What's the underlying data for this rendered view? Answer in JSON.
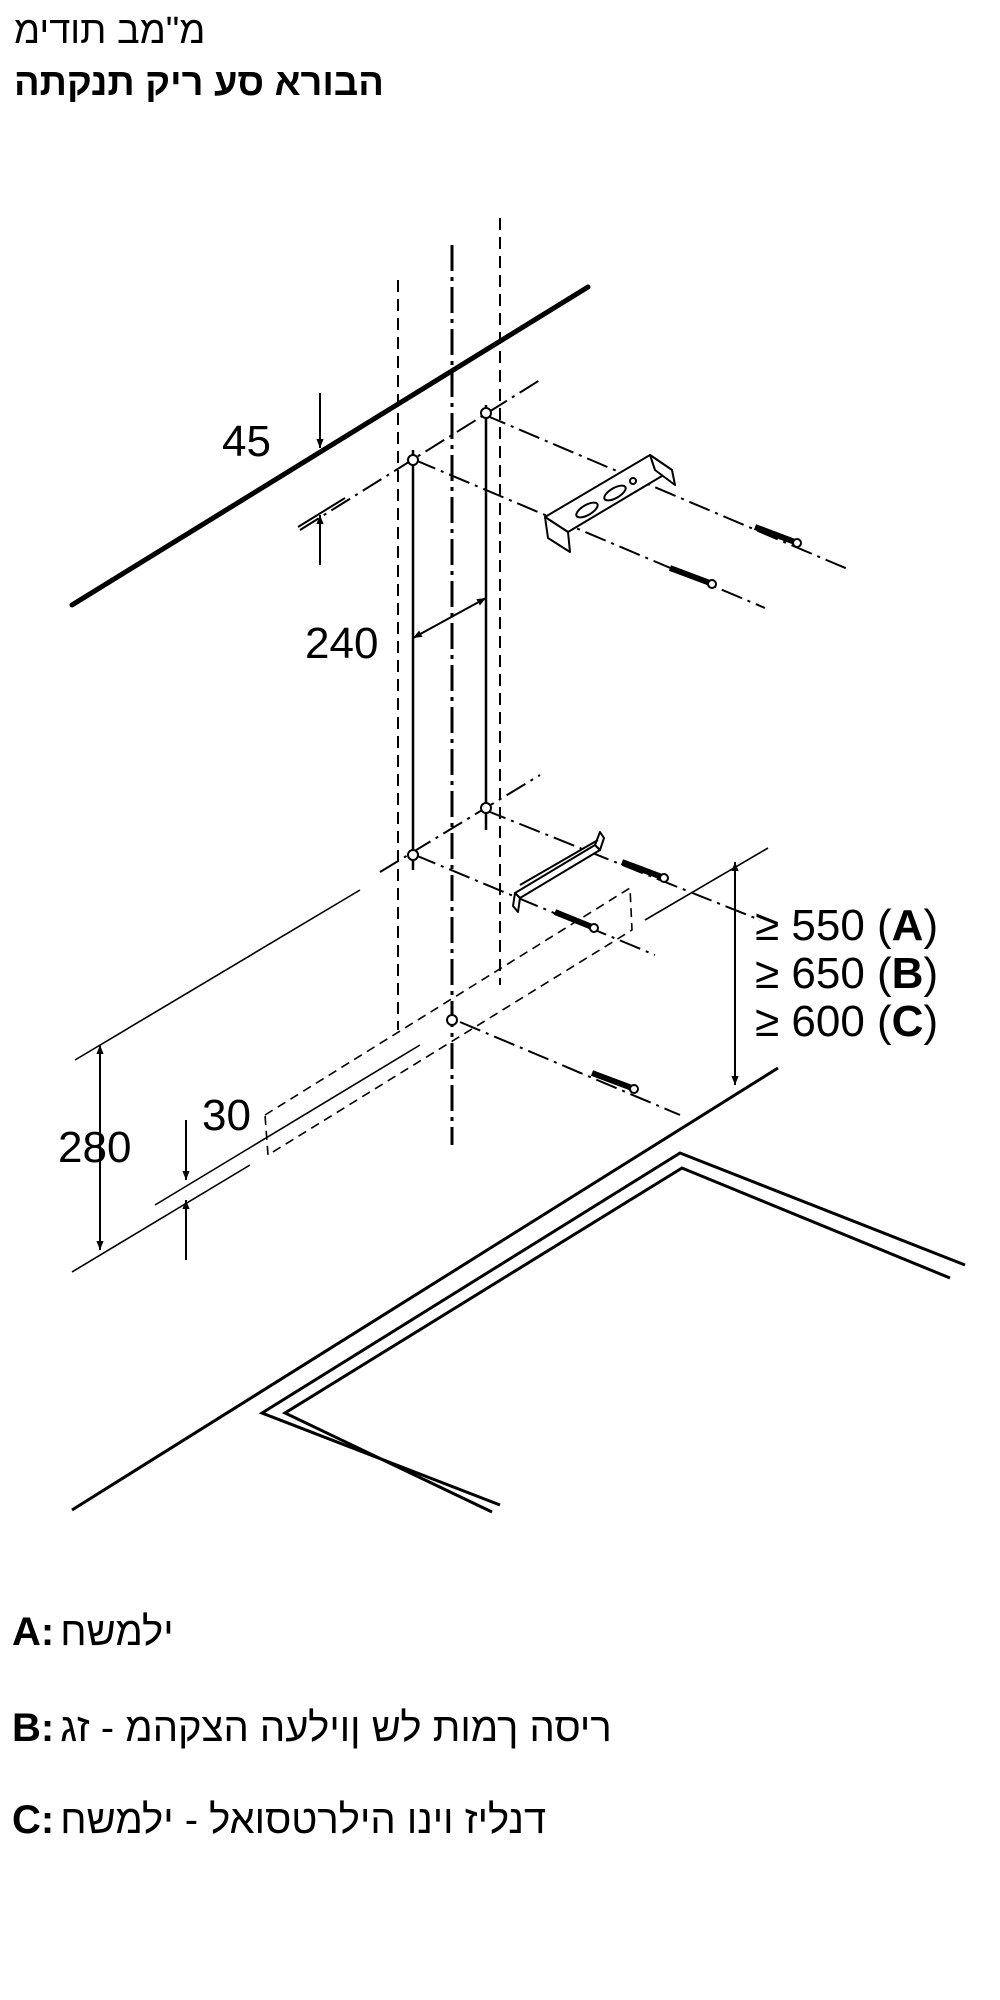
{
  "header": {
    "title": "מ\"מב תודימ",
    "subtitle": "הבורא סע ריק תנקתה"
  },
  "dimensions": {
    "d45": "45",
    "d240": "240",
    "d280": "280",
    "d30": "30",
    "clearances": [
      {
        "prefix": "≥ 550 (",
        "key": "A",
        "suffix": ")"
      },
      {
        "prefix": "≥ 650 (",
        "key": "B",
        "suffix": ")"
      },
      {
        "prefix": "≥ 600 (",
        "key": "C",
        "suffix": ")"
      }
    ]
  },
  "legend": [
    {
      "key": "A:",
      "text": "ילמשח"
    },
    {
      "key": "B:",
      "text": "ריסה ךמות לש ןוילעה הצקהמ - זג"
    },
    {
      "key": "C:",
      "text": "דנליז וינו הילרטסואל - ילמשח"
    }
  ]
}
